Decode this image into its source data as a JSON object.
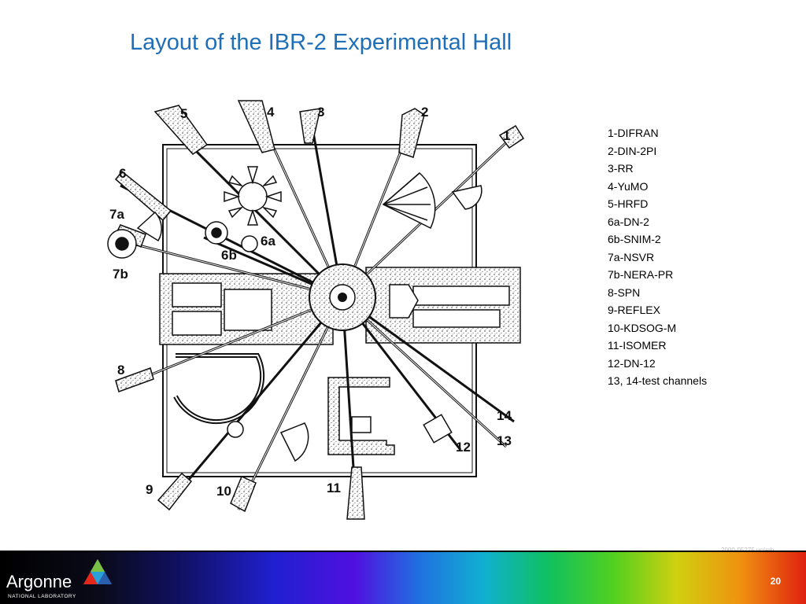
{
  "slide": {
    "title": "Layout of the IBR-2 Experimental Hall",
    "page_number": "20",
    "ref_code": "2000-05275 uc/arb"
  },
  "legend": {
    "items": [
      "1-DIFRAN",
      "2-DIN-2PI",
      "3-RR",
      "4-YuMO",
      "5-HRFD",
      "6a-DN-2",
      "6b-SNIM-2",
      "7a-NSVR",
      "7b-NERA-PR",
      "8-SPN",
      "9-REFLEX",
      "10-KDSOG-M",
      "11-ISOMER",
      "12-DN-12",
      "13, 14-test channels"
    ]
  },
  "diagram": {
    "labels": {
      "l1": "1",
      "l2": "2",
      "l3": "3",
      "l4": "4",
      "l5": "5",
      "l6": "6",
      "l7a": "7a",
      "l7b": "7b",
      "l6a": "6a",
      "l6b": "6b",
      "l8": "8",
      "l9": "9",
      "l10": "10",
      "l11": "11",
      "l12": "12",
      "l13": "13",
      "l14": "14"
    }
  },
  "logo": {
    "name": "Argonne",
    "subtitle": "NATIONAL LABORATORY"
  },
  "colors": {
    "title": "#1f6fb8",
    "ink": "#111111"
  }
}
